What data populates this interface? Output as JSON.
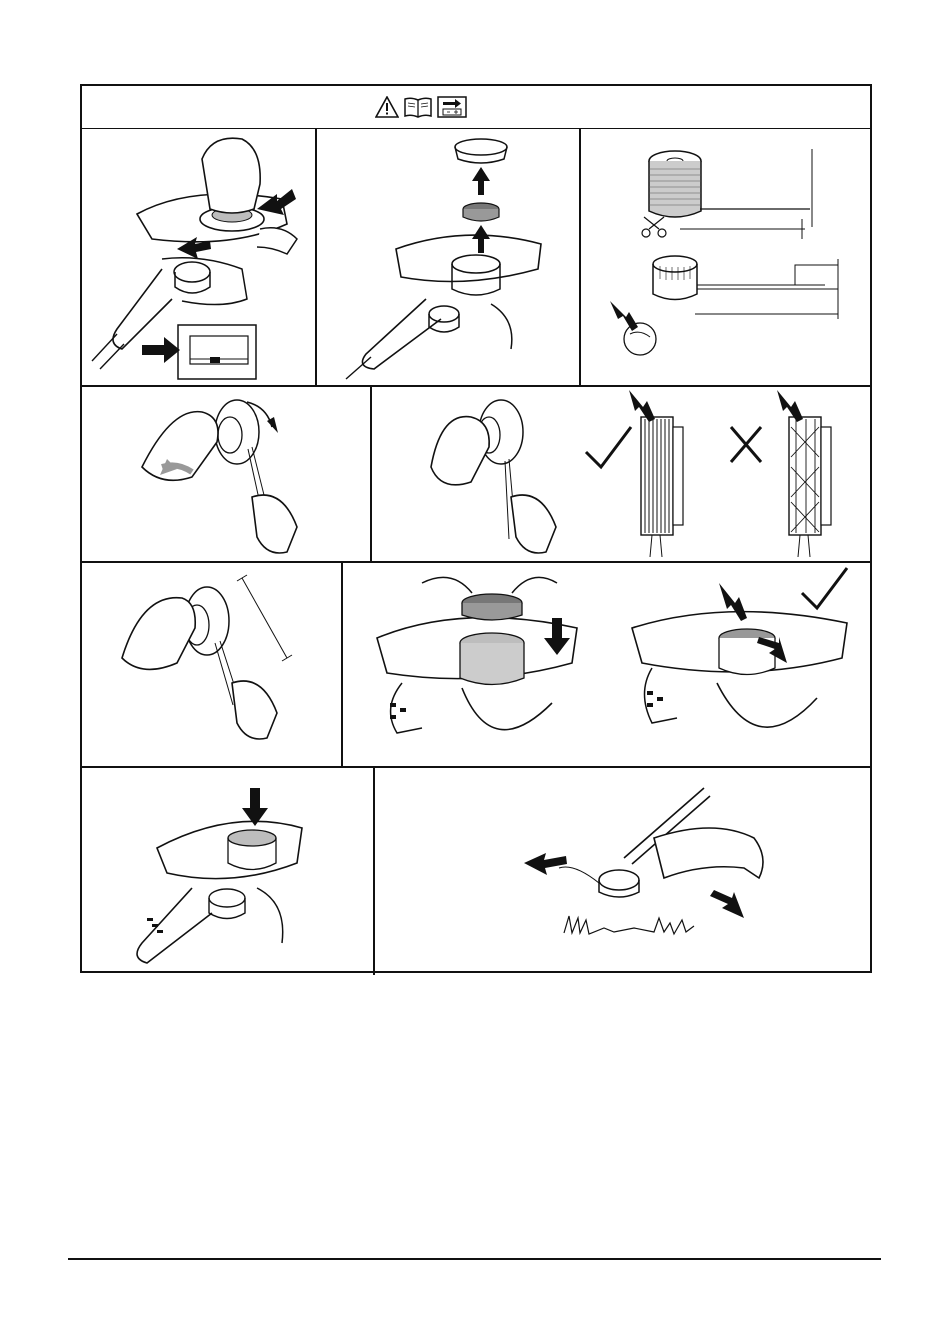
{
  "header": {
    "icons": [
      "warning-icon",
      "manual-book-icon",
      "battery-remove-icon"
    ]
  },
  "panels": [
    {
      "id": "remove-cover",
      "illustration": "hand-pressing-spool-cover-icon"
    },
    {
      "id": "remove-spool",
      "illustration": "spool-lift-out-icon"
    },
    {
      "id": "cut-line",
      "illustration": "line-reel-scissors-icon"
    },
    {
      "id": "wind-line",
      "illustration": "winding-spool-icon"
    },
    {
      "id": "check-winding",
      "illustration": "winding-correct-incorrect-icon"
    },
    {
      "id": "measure-ends",
      "illustration": "line-ends-length-icon"
    },
    {
      "id": "insert-spool",
      "illustration": "insert-spool-icon"
    },
    {
      "id": "spool-installed",
      "illustration": "spool-installed-check-icon"
    },
    {
      "id": "press-cover",
      "illustration": "press-cover-icon"
    },
    {
      "id": "use-trimmer",
      "illustration": "trimmer-cutting-grass-icon"
    }
  ],
  "colors": {
    "ink": "#111111",
    "gray": "#777777",
    "light": "#bdbdbd"
  }
}
